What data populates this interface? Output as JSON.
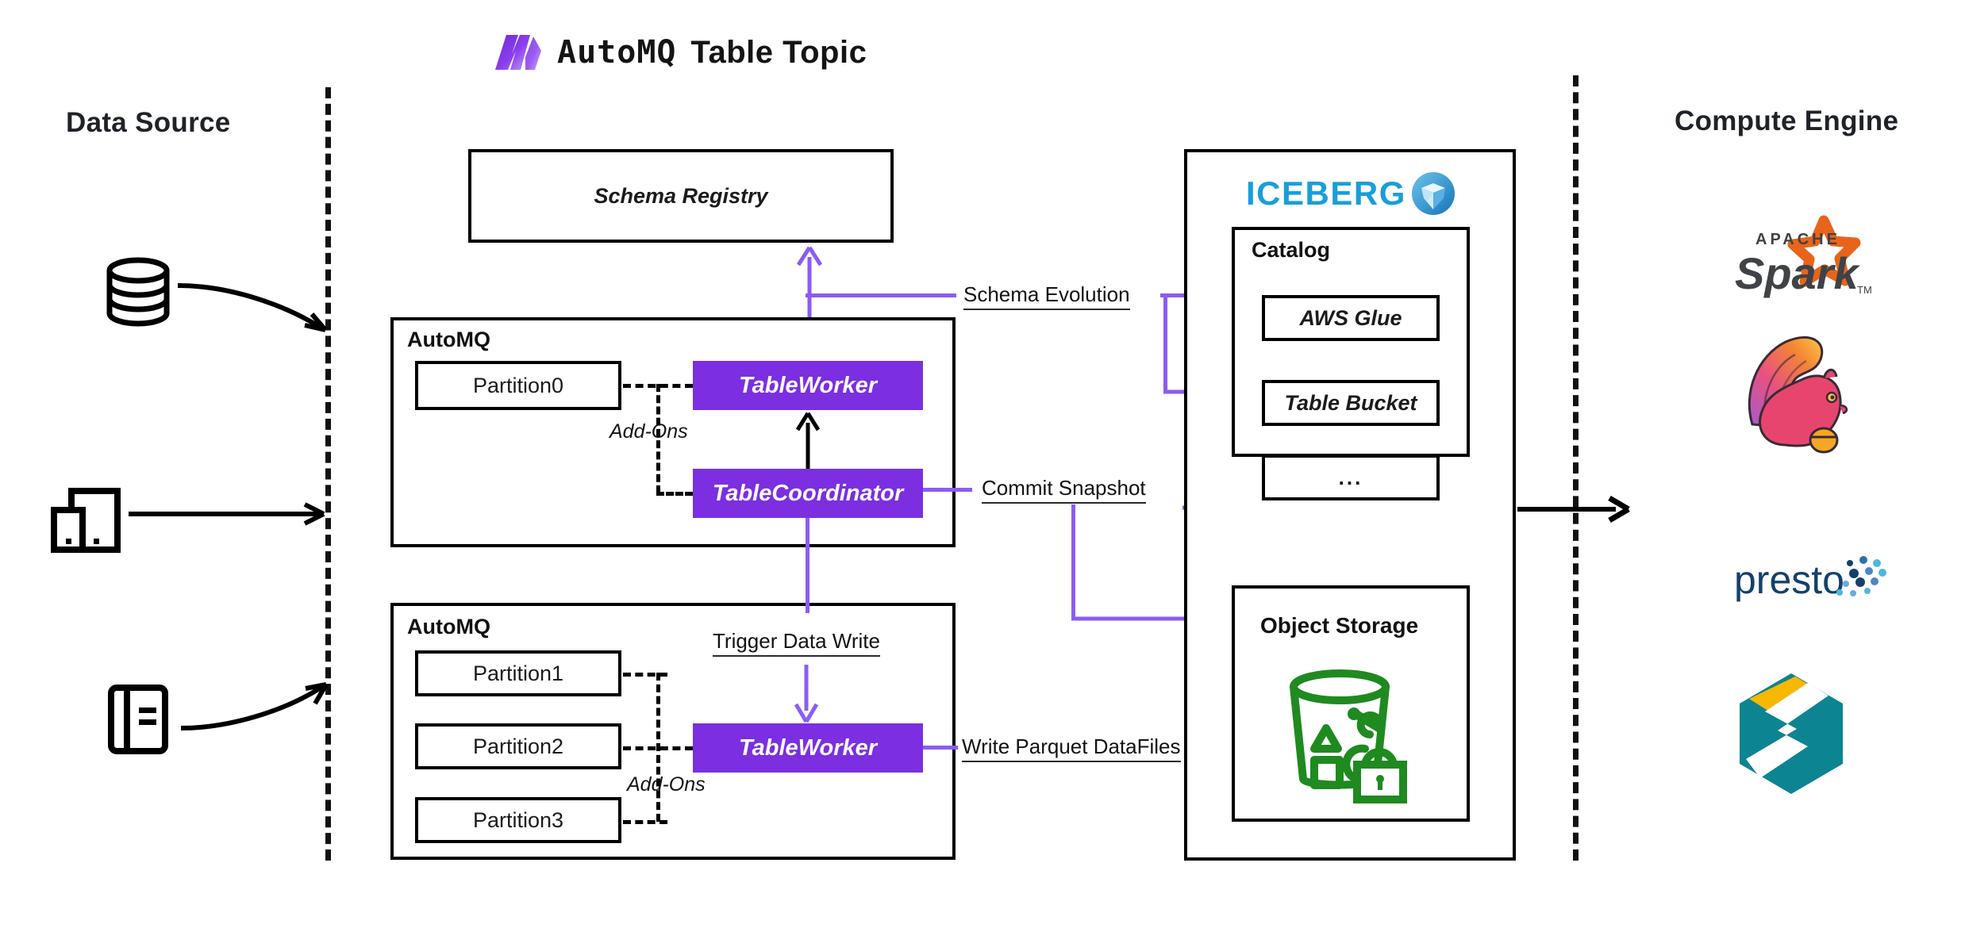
{
  "header": {
    "brand_word": "AutoMQ",
    "title": "Table Topic",
    "logo_icon": "automq-logo-icon"
  },
  "colors": {
    "purple": "#7B2FE0",
    "purple_line": "#8B5CF6",
    "iceberg_blue": "#1A9ED9",
    "object_storage_green": "#1F8A1F",
    "spark_orange": "#E8641A",
    "presto_navy": "#13416B",
    "starrocks_teal": "#0C8492",
    "starrocks_yellow": "#F7B801"
  },
  "left_panel": {
    "title": "Data Source",
    "sources": [
      {
        "name": "database-icon",
        "label": "Database"
      },
      {
        "name": "applications-icon",
        "label": "Applications"
      },
      {
        "name": "logbook-icon",
        "label": "Logs"
      }
    ]
  },
  "schema_registry": {
    "label": "Schema Registry"
  },
  "automq_top": {
    "heading": "AutoMQ",
    "partitions": [
      "Partition0"
    ],
    "table_worker": "TableWorker",
    "table_coordinator": "TableCoordinator",
    "addons_label": "Add-Ons"
  },
  "automq_bottom": {
    "heading": "AutoMQ",
    "partitions": [
      "Partition1",
      "Partition2",
      "Partition3"
    ],
    "table_worker": "TableWorker",
    "addons_label": "Add-Ons",
    "trigger_label": "Trigger Data Write"
  },
  "flows": {
    "schema_evolution": "Schema Evolution",
    "commit_snapshot": "Commit Snapshot",
    "write_parquet": "Write Parquet DataFiles"
  },
  "iceberg": {
    "wordmark": "ICEBERG",
    "logo_icon": "iceberg-diamond-icon",
    "catalog": {
      "title": "Catalog",
      "items": [
        "AWS Glue",
        "Table Bucket",
        "..."
      ]
    },
    "object_storage": {
      "title": "Object Storage",
      "icon": "s3-bucket-lock-icon"
    }
  },
  "right_panel": {
    "title": "Compute Engine",
    "engines": [
      {
        "name": "apache-spark-logo",
        "label": "Apache Spark",
        "sub": "APACHE",
        "word": "Spark"
      },
      {
        "name": "apache-flink-logo",
        "label": "Apache Flink"
      },
      {
        "name": "presto-logo",
        "label": "presto"
      },
      {
        "name": "starrocks-logo",
        "label": "StarRocks"
      }
    ]
  }
}
